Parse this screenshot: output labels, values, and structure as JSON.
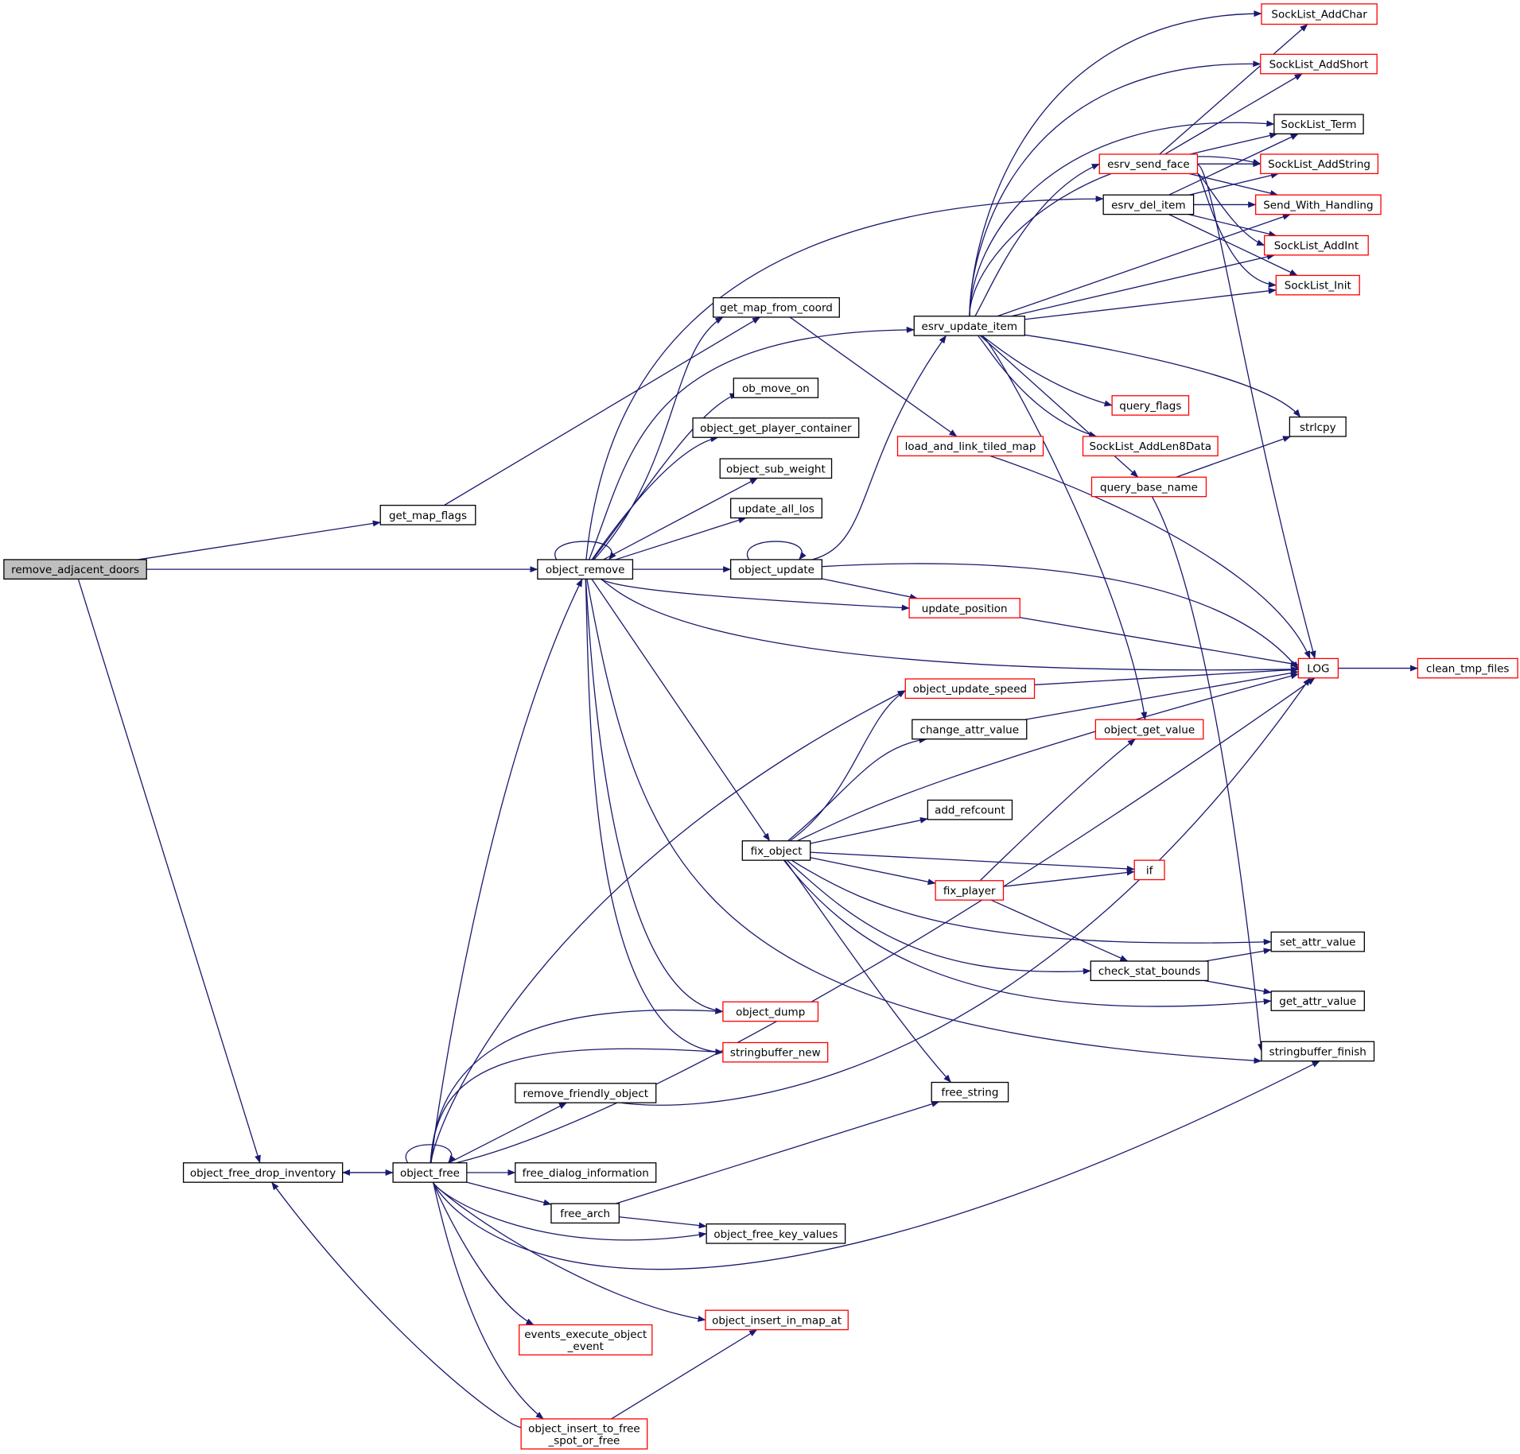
{
  "graph": {
    "nodes": [
      {
        "id": "remove_adjacent_doors",
        "lines": [
          "remove_adjacent_doors"
        ],
        "style": "root"
      },
      {
        "id": "get_map_flags",
        "lines": [
          "get_map_flags"
        ],
        "style": "black"
      },
      {
        "id": "object_remove",
        "lines": [
          "object_remove"
        ],
        "style": "black"
      },
      {
        "id": "object_free_drop_inventory",
        "lines": [
          "object_free_drop_inventory"
        ],
        "style": "black"
      },
      {
        "id": "object_free",
        "lines": [
          "object_free"
        ],
        "style": "black"
      },
      {
        "id": "get_map_from_coord",
        "lines": [
          "get_map_from_coord"
        ],
        "style": "black"
      },
      {
        "id": "ob_move_on",
        "lines": [
          "ob_move_on"
        ],
        "style": "black"
      },
      {
        "id": "object_get_player_container",
        "lines": [
          "object_get_player_container"
        ],
        "style": "black"
      },
      {
        "id": "object_sub_weight",
        "lines": [
          "object_sub_weight"
        ],
        "style": "black"
      },
      {
        "id": "update_all_los",
        "lines": [
          "update_all_los"
        ],
        "style": "black"
      },
      {
        "id": "object_update",
        "lines": [
          "object_update"
        ],
        "style": "black"
      },
      {
        "id": "fix_object",
        "lines": [
          "fix_object"
        ],
        "style": "black"
      },
      {
        "id": "object_dump",
        "lines": [
          "object_dump"
        ],
        "style": "red"
      },
      {
        "id": "stringbuffer_new",
        "lines": [
          "stringbuffer_new"
        ],
        "style": "red"
      },
      {
        "id": "remove_friendly_object",
        "lines": [
          "remove_friendly_object"
        ],
        "style": "black"
      },
      {
        "id": "free_dialog_information",
        "lines": [
          "free_dialog_information"
        ],
        "style": "black"
      },
      {
        "id": "free_arch",
        "lines": [
          "free_arch"
        ],
        "style": "black"
      },
      {
        "id": "object_free_key_values",
        "lines": [
          "object_free_key_values"
        ],
        "style": "black"
      },
      {
        "id": "object_insert_in_map_at",
        "lines": [
          "object_insert_in_map_at"
        ],
        "style": "red"
      },
      {
        "id": "events_execute_object_event",
        "lines": [
          "events_execute_object",
          "_event"
        ],
        "style": "red"
      },
      {
        "id": "object_insert_to_free_spot_or_free",
        "lines": [
          "object_insert_to_free",
          "_spot_or_free"
        ],
        "style": "red"
      },
      {
        "id": "esrv_update_item",
        "lines": [
          "esrv_update_item"
        ],
        "style": "black"
      },
      {
        "id": "load_and_link_tiled_map",
        "lines": [
          "load_and_link_tiled_map"
        ],
        "style": "red"
      },
      {
        "id": "update_position",
        "lines": [
          "update_position"
        ],
        "style": "red"
      },
      {
        "id": "object_update_speed",
        "lines": [
          "object_update_speed"
        ],
        "style": "red"
      },
      {
        "id": "change_attr_value",
        "lines": [
          "change_attr_value"
        ],
        "style": "black"
      },
      {
        "id": "add_refcount",
        "lines": [
          "add_refcount"
        ],
        "style": "black"
      },
      {
        "id": "fix_player",
        "lines": [
          "fix_player"
        ],
        "style": "red"
      },
      {
        "id": "free_string",
        "lines": [
          "free_string"
        ],
        "style": "black"
      },
      {
        "id": "esrv_send_face",
        "lines": [
          "esrv_send_face"
        ],
        "style": "red"
      },
      {
        "id": "esrv_del_item",
        "lines": [
          "esrv_del_item"
        ],
        "style": "black"
      },
      {
        "id": "query_flags",
        "lines": [
          "query_flags"
        ],
        "style": "red"
      },
      {
        "id": "SockList_AddLen8Data",
        "lines": [
          "SockList_AddLen8Data"
        ],
        "style": "red"
      },
      {
        "id": "query_base_name",
        "lines": [
          "query_base_name"
        ],
        "style": "red"
      },
      {
        "id": "object_get_value",
        "lines": [
          "object_get_value"
        ],
        "style": "red"
      },
      {
        "id": "if",
        "lines": [
          "if"
        ],
        "style": "red"
      },
      {
        "id": "check_stat_bounds",
        "lines": [
          "check_stat_bounds"
        ],
        "style": "black"
      },
      {
        "id": "SockList_AddChar",
        "lines": [
          "SockList_AddChar"
        ],
        "style": "red"
      },
      {
        "id": "SockList_AddShort",
        "lines": [
          "SockList_AddShort"
        ],
        "style": "red"
      },
      {
        "id": "SockList_Term",
        "lines": [
          "SockList_Term"
        ],
        "style": "black"
      },
      {
        "id": "SockList_AddString",
        "lines": [
          "SockList_AddString"
        ],
        "style": "red"
      },
      {
        "id": "Send_With_Handling",
        "lines": [
          "Send_With_Handling"
        ],
        "style": "red"
      },
      {
        "id": "SockList_AddInt",
        "lines": [
          "SockList_AddInt"
        ],
        "style": "red"
      },
      {
        "id": "SockList_Init",
        "lines": [
          "SockList_Init"
        ],
        "style": "red"
      },
      {
        "id": "strlcpy",
        "lines": [
          "strlcpy"
        ],
        "style": "black"
      },
      {
        "id": "LOG",
        "lines": [
          "LOG"
        ],
        "style": "red"
      },
      {
        "id": "set_attr_value",
        "lines": [
          "set_attr_value"
        ],
        "style": "black"
      },
      {
        "id": "get_attr_value",
        "lines": [
          "get_attr_value"
        ],
        "style": "black"
      },
      {
        "id": "stringbuffer_finish",
        "lines": [
          "stringbuffer_finish"
        ],
        "style": "black"
      },
      {
        "id": "clean_tmp_files",
        "lines": [
          "clean_tmp_files"
        ],
        "style": "red"
      }
    ],
    "edges": [
      [
        "remove_adjacent_doors",
        "get_map_flags"
      ],
      [
        "remove_adjacent_doors",
        "object_remove"
      ],
      [
        "remove_adjacent_doors",
        "object_free_drop_inventory"
      ],
      [
        "get_map_flags",
        "get_map_from_coord"
      ],
      [
        "get_map_from_coord",
        "load_and_link_tiled_map"
      ],
      [
        "load_and_link_tiled_map",
        "LOG"
      ],
      [
        "object_remove",
        "object_remove"
      ],
      [
        "object_remove",
        "esrv_del_item"
      ],
      [
        "object_remove",
        "get_map_from_coord"
      ],
      [
        "object_remove",
        "esrv_update_item"
      ],
      [
        "object_remove",
        "ob_move_on"
      ],
      [
        "object_remove",
        "object_get_player_container"
      ],
      [
        "object_remove",
        "object_sub_weight"
      ],
      [
        "object_remove",
        "update_all_los"
      ],
      [
        "object_remove",
        "object_update"
      ],
      [
        "object_remove",
        "update_position"
      ],
      [
        "object_remove",
        "LOG"
      ],
      [
        "object_remove",
        "fix_object"
      ],
      [
        "object_remove",
        "object_dump"
      ],
      [
        "object_remove",
        "stringbuffer_new"
      ],
      [
        "object_remove",
        "stringbuffer_finish"
      ],
      [
        "object_update",
        "object_update"
      ],
      [
        "object_update",
        "esrv_update_item"
      ],
      [
        "object_update",
        "update_position"
      ],
      [
        "object_update",
        "LOG"
      ],
      [
        "update_position",
        "LOG"
      ],
      [
        "object_update_speed",
        "LOG"
      ],
      [
        "change_attr_value",
        "LOG"
      ],
      [
        "fix_object",
        "object_update_speed"
      ],
      [
        "fix_object",
        "change_attr_value"
      ],
      [
        "fix_object",
        "LOG"
      ],
      [
        "fix_object",
        "add_refcount"
      ],
      [
        "fix_object",
        "if"
      ],
      [
        "fix_object",
        "fix_player"
      ],
      [
        "fix_object",
        "set_attr_value"
      ],
      [
        "fix_object",
        "check_stat_bounds"
      ],
      [
        "fix_object",
        "get_attr_value"
      ],
      [
        "fix_object",
        "free_string"
      ],
      [
        "fix_player",
        "if"
      ],
      [
        "fix_player",
        "object_get_value"
      ],
      [
        "fix_player",
        "check_stat_bounds"
      ],
      [
        "check_stat_bounds",
        "set_attr_value"
      ],
      [
        "check_stat_bounds",
        "get_attr_value"
      ],
      [
        "esrv_update_item",
        "SockList_AddChar"
      ],
      [
        "esrv_update_item",
        "SockList_AddShort"
      ],
      [
        "esrv_update_item",
        "SockList_Term"
      ],
      [
        "esrv_update_item",
        "SockList_AddString"
      ],
      [
        "esrv_update_item",
        "esrv_send_face"
      ],
      [
        "esrv_update_item",
        "Send_With_Handling"
      ],
      [
        "esrv_update_item",
        "SockList_AddInt"
      ],
      [
        "esrv_update_item",
        "SockList_Init"
      ],
      [
        "esrv_update_item",
        "strlcpy"
      ],
      [
        "esrv_update_item",
        "query_flags"
      ],
      [
        "esrv_update_item",
        "SockList_AddLen8Data"
      ],
      [
        "esrv_update_item",
        "query_base_name"
      ],
      [
        "esrv_update_item",
        "object_get_value"
      ],
      [
        "esrv_send_face",
        "SockList_AddChar"
      ],
      [
        "esrv_send_face",
        "SockList_AddShort"
      ],
      [
        "esrv_send_face",
        "SockList_Term"
      ],
      [
        "esrv_send_face",
        "SockList_AddString"
      ],
      [
        "esrv_send_face",
        "Send_With_Handling"
      ],
      [
        "esrv_send_face",
        "SockList_AddInt"
      ],
      [
        "esrv_send_face",
        "SockList_Init"
      ],
      [
        "esrv_send_face",
        "LOG"
      ],
      [
        "esrv_del_item",
        "SockList_Term"
      ],
      [
        "esrv_del_item",
        "SockList_AddString"
      ],
      [
        "esrv_del_item",
        "Send_With_Handling"
      ],
      [
        "esrv_del_item",
        "SockList_AddInt"
      ],
      [
        "esrv_del_item",
        "SockList_Init"
      ],
      [
        "query_base_name",
        "strlcpy"
      ],
      [
        "query_base_name",
        "stringbuffer_finish"
      ],
      [
        "LOG",
        "clean_tmp_files"
      ],
      [
        "object_free_drop_inventory",
        "object_free"
      ],
      [
        "object_free",
        "object_free_drop_inventory"
      ],
      [
        "object_free",
        "object_free"
      ],
      [
        "object_free",
        "object_remove"
      ],
      [
        "object_free",
        "object_update_speed"
      ],
      [
        "object_free",
        "object_dump"
      ],
      [
        "object_free",
        "stringbuffer_new"
      ],
      [
        "object_free",
        "remove_friendly_object"
      ],
      [
        "object_free",
        "LOG"
      ],
      [
        "object_free",
        "free_dialog_information"
      ],
      [
        "object_free",
        "free_arch"
      ],
      [
        "object_free",
        "object_free_key_values"
      ],
      [
        "object_free",
        "object_insert_in_map_at"
      ],
      [
        "object_free",
        "events_execute_object_event"
      ],
      [
        "object_free",
        "object_insert_to_free_spot_or_free"
      ],
      [
        "object_free",
        "stringbuffer_finish"
      ],
      [
        "remove_friendly_object",
        "LOG"
      ],
      [
        "free_arch",
        "free_string"
      ],
      [
        "free_arch",
        "object_free_key_values"
      ],
      [
        "object_insert_to_free_spot_or_free",
        "object_free_drop_inventory"
      ],
      [
        "object_insert_to_free_spot_or_free",
        "object_insert_in_map_at"
      ]
    ]
  },
  "colors": {
    "edge": "#191970",
    "black_border": "#000000",
    "red_border": "#ff0000",
    "root_fill": "#bfbfbf",
    "node_fill": "#ffffff"
  }
}
